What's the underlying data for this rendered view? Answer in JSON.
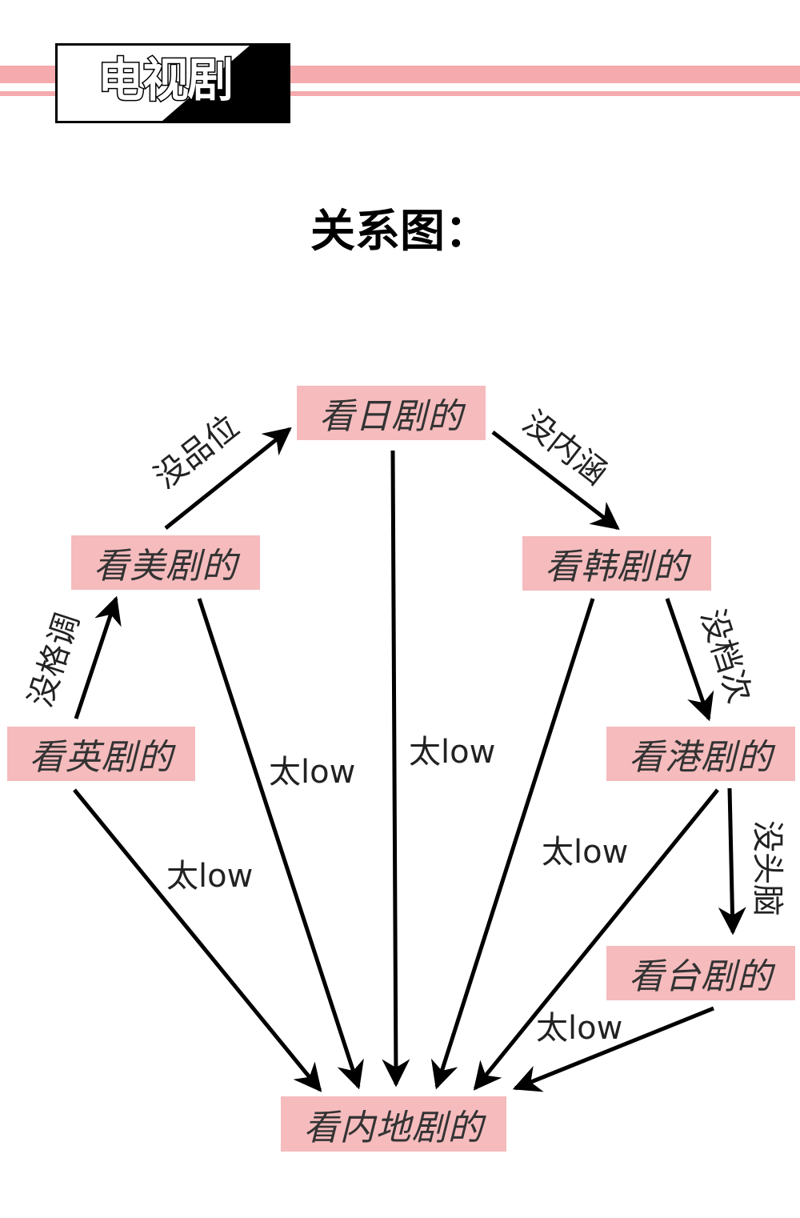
{
  "header": {
    "section_label": "电视剧"
  },
  "heading": "关系图：",
  "colors": {
    "accent_pink": "#f5aaad",
    "node_fill": "#f5bbbd"
  },
  "diagram": {
    "nodes": {
      "japan": "看日剧的",
      "us": "看美剧的",
      "korea": "看韩剧的",
      "uk": "看英剧的",
      "hk": "看港剧的",
      "taiwan": "看台剧的",
      "mainland": "看内地剧的"
    },
    "edges": [
      {
        "from": "us",
        "to": "japan",
        "label": "没品位"
      },
      {
        "from": "japan",
        "to": "korea",
        "label": "没内涵"
      },
      {
        "from": "uk",
        "to": "us",
        "label": "没格调"
      },
      {
        "from": "korea",
        "to": "hk",
        "label": "没档次"
      },
      {
        "from": "hk",
        "to": "taiwan",
        "label": "没头脑"
      },
      {
        "from": "uk",
        "to": "mainland",
        "label": "太low"
      },
      {
        "from": "us",
        "to": "mainland",
        "label": "太low"
      },
      {
        "from": "japan",
        "to": "mainland",
        "label": "太low"
      },
      {
        "from": "korea",
        "to": "mainland",
        "label": "太low"
      },
      {
        "from": "hk",
        "to": "mainland",
        "label": ""
      },
      {
        "from": "taiwan",
        "to": "mainland",
        "label": "太low"
      }
    ]
  }
}
